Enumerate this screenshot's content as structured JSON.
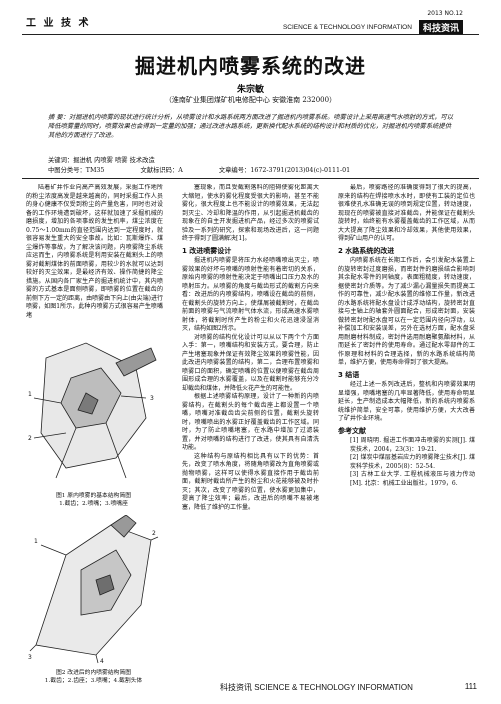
{
  "header": {
    "section": "工 业 技 术",
    "issue": "2013  NO.12",
    "journal_en": "SCIENCE & TECHNOLOGY INFORMATION",
    "journal_cn": "科技资讯"
  },
  "title": "掘进机内喷雾系统的改进",
  "author": "朱宗敏",
  "affiliation": "（淮南矿业集团煤矿机电修配中心  安徽淮南  232000）",
  "abstract": "摘  要：对掘进机内喷雾的现状进行统计分析，从喷雾设计和水路系统两方面改进了掘进机内喷雾系统。喷雾设计上采用高速气水喷射的方式，可以降低喷雾量的同时，喷雾效果也会得到一定量的加强；通过改进水路系统，更新换代配水系统的结构设计和材质的优化，对掘进机内喷雾系统提供其他的方面进行了改进。",
  "keywords": "关键词：掘进机  内喷雾  喷雾  技术改造",
  "clc": "中图分类号：TM35",
  "doc_code": "文献标识码：A",
  "article_no": "文章编号：1672-3791(2013)04(c)-0111-01",
  "col1_text": "陆着矿井作业向高产高效发展，采掘工作地所的粉尘浓度高发是越来越高的，同时采掘工作人员的身心健康不仅受到粉尘的产量危害，同时也对设备的工作环境遭到破坏，这样就加速了采掘机械的磨损度，增加的各项事故的发生机率，煤尘浓度在0.75～1.00mm的直径范围内达到一定程度时，就很容易发生重大的安全事故。比如：瓦斯爆炸、煤尘爆炸等事故，为了解决该问题，内喷雾降尘系统应运而生，内喷雾系统是利用安装在截割头上的喷雾对截割煤体的前面喷雾，用较少的水就可以达到较好的灭尘效果，是最经济有效、操作简捷的降尘措施。从国内各厂家生产的掘进机统计中，其内喷雾的方式基本是面侧喷雾，即喷雾的位置在截齿的前侧下方一定的距离，由喷雾由下向上(由尖端)进行喷雾，如图1所示，此种内喷雾方式很容易产生喷嘴堵",
  "fig1_caption": "图1  原内喷雾的基本结构简图",
  "fig1_legend": "1.截齿；2.喷嘴；3.喷嘴座",
  "fig2_caption": "图2  改进后的内喷雾结构简图",
  "fig2_legend": "1.截齿；2.齿座；3.喷嘴；4.截割头体",
  "col2_text_a": "塞现象，而且受截割落料的阻碍使雾化距离大大缩短，使水的雾化程度受很大的影响，甚至不能雾化，很大程度上也不能设计的喷雾效果，无法起到灭尘、冷却和降温的作用，从引起掘进机截齿的现象在的自主开发掘进机产品，经过多次的喷雾试验及一系列的研究，探索和现场改进后，这一问题终于得到了圆满解决[1]。",
  "sec1": "1  改进喷雾设计",
  "col2_text_b": "掘进机内喷雾是将压力水经喷嘴喷出灭尘，喷雾效果的好坏与喷嘴的喷射性能有着密切的关系，原始内喷雾的喷射性能决定于喷嘴出口压力及水的喷射压力。从喷雾的角度与截齿形式的截割方向来看：改进后的内喷雾结构，喷嘴设在截齿的前侧，在截割头的旋转方向上，使煤屑被截割时，在截齿前面的喷雾与气流喷射气体水流，形成高速水雾喷射体，将截割时所产生的粉尘和火花迅速浸湿消灭，结构如图2所示。",
  "col2_text_c": "对喷雾的结构优化设计可以从以下两个个方面入手：第一，喷嘴结构和安装方式，要合理，防止产生堵塞现象并保证有效降尘效果的喷雾性能，因此改进内喷雾装置的结构，第二，合理布置喷雾和喷雾口的面积，确定喷嘴的位置以便喷雾在截齿周围形成合理的水雾覆盖，以及在截割时能够充分冷却截齿和煤体，并降低火花产生的可能性。",
  "col2_text_d": "根据上述喷雾结构原理，设计了一种新的内喷雾结构，在截割头的每个截齿座上都设置一个喷嘴，喷嘴对准截齿齿尖前侧的位置，截割头旋转时，喷嘴喷出的水雾正好覆盖截齿的工作区域。同时，为了防止喷嘴堵塞，在水路中增加了过滤装置，并对喷嘴的结构进行了改进，使其具有自清洗功能。",
  "col2_text_e": "这种结构与原结构相比具有以下的优势：首先，改变了喷水角度，将随角喷雾改为直角喷雾或抛物喷雾，这样可以使得水雾直接作用于截齿前面，截割时截齿所产生的粉尘和火花能够被及时扑灭；其次，改变了喷雾的位置，使水雾更加集中，提高了降尘效率；最后，改进后的喷嘴不易被堵塞，降低了维护的工作量。",
  "col3_text_a": "最后，喷雾路径的准确度得到了很大的提高，原来的结构在焊接喷水水时，即使有工装的定位也很难使孔水准确无误的喷到规定位置，转动速度，现现在的喷雾被直接对准截齿，并能保证在截割头旋转时，始终能有水雾覆盖截齿的工作区域，从而大大提高了降尘效果和冷却效果，其他使用效果，得到矿山用户的认可。",
  "sec2": "2  水路系统的改进",
  "col3_text_b": "内喷雾系统在长期工作后，会引发配水装置上的旋转密封过度磨损，而密封件的磨损结合影响到其余配水零件的同轴度，表面粗糙度，转动速度，据使密封介质等。为了减少漏心漏量损失而提高工作的可靠性，减少配水装置的维修工作量，新改进的水路系统将配水盘设计成浮动结构，旋转密封直接与主轴上的轴套外圆面配合，形成密封面，安装做转密封时配水盘可以在一定范围内径向浮动，以补偿加工和安装误差，另外在选材方面，配水盘采用耐磨材料制成，密封件选用耐磨聚氨酯材料，从而延长了密封件的使用寿命。通过配水零部件的工作原理和材料的合理选择，新的水路系统结构简单，维护方便，使用寿命得到了很大提高。",
  "sec3": "3  结语",
  "col3_text_c": "经过上述一系列改进后，整机和内喷雾效果明显增强，喷嘴堵塞的几率显著降低，使用寿命明显延长，生产制造成本大幅降低，新的系统内喷雾系统维护简单，安全可靠，使用维护方便，大大改善了矿井作业环境。",
  "refs_title": "参考文献",
  "refs": [
    "[1] 周晓明. 掘进工作面冲击喷雾的实测[J]. 煤炭技术，2004，23(3)：19-21.",
    "[2] 煤炭中煤层基岩应力的喷雾降尘技术[J]. 煤炭科学技术，2005(8)：52-54.",
    "[3] 古林工业大学. 工程机械液压与液力传动[M]. 北京：机械工业出版社，1979，6."
  ],
  "footer": {
    "journal": "科技资讯  SCIENCE & TECHNOLOGY INFORMATION",
    "page": "111"
  }
}
